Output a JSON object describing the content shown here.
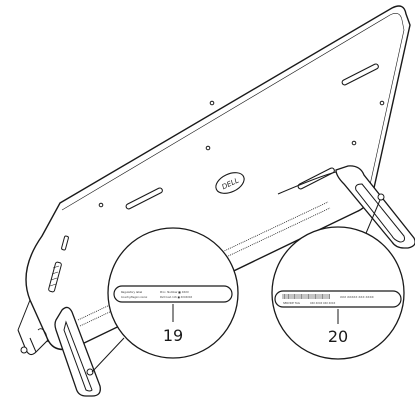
{
  "callouts": [
    {
      "number": "19",
      "label_left": "Regulatory label",
      "label_left_sub": "Country/Region xxxxx",
      "label_right": "Proc. Number ■ XXXX",
      "label_right_sub": "Part Cust. Info ■ XXXXXXX"
    },
    {
      "number": "20",
      "label_left": "SERVICE TAG",
      "label_right": "XXX XXXXX XXX XXXX",
      "label_right_sub": "XXX XXXX XXX XXXX"
    }
  ],
  "logo": {
    "text": "DELL"
  },
  "colors": {
    "line": "#1a1a1a",
    "fill": "#ffffff"
  }
}
